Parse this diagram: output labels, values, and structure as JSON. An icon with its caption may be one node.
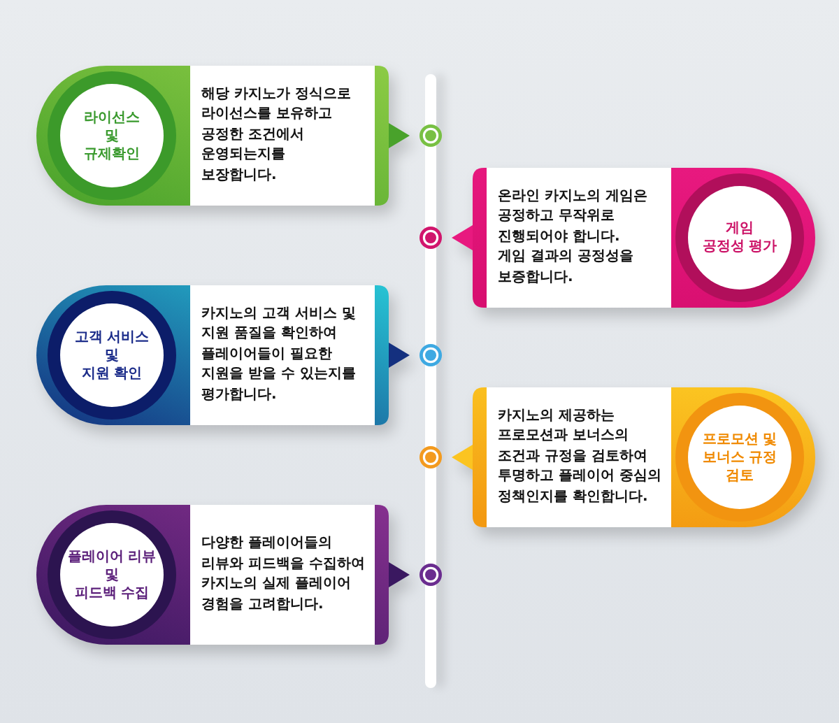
{
  "diagram": {
    "nodes": [
      {
        "text": [
          "라이선스 및 규제확인",
          "해당 카지노가 정식으로 라이선스를 보유하고 공정한 조건에서 운영되는지를 보장합니다."
        ]
      },
      {
        "text": [
          "온라인 카지노의 게임은 공정하고 무작위로 진행되어야 합니다. 게임 결과의 공정성을 보증합니다.",
          "게임 공정성 평가"
        ]
      },
      {
        "text": [
          "고객 서비스 및 지원 확인",
          "카지노의 고객 서비스 및 지원 품질을 확인하여 플레이어들이 필요한 지원을 받을 수 있는지를 평가합니다."
        ]
      },
      {
        "text": [
          "카지노의 제공하는 프로모션과 보너스의 조건과 규정을 검토하여 투명하고 플레이어 중심의 정책인지를 확인합니다.",
          "프로모션 및 보너스 규정 검토"
        ]
      },
      {
        "text": [
          "플레이어 리뷰 및 피드백 수집",
          "다양한 플레이어들의 리뷰와 피드백을 수집하여 카지노의 실제 플레이어 경험을 고려합니다."
        ]
      }
    ]
  }
}
